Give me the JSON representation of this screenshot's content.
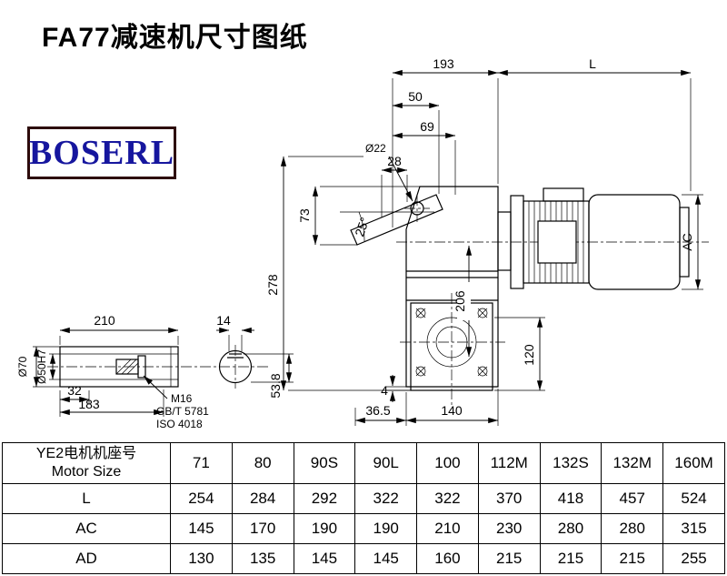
{
  "page": {
    "title": "FA77减速机尺寸图纸"
  },
  "logo": {
    "text": "BOSERL"
  },
  "drawing": {
    "dims": {
      "w193": "193",
      "len_l": "L",
      "w50": "50",
      "w69": "69",
      "hole22": "Ø22",
      "w28": "28",
      "h73": "73",
      "ang25": "25°",
      "h278": "278",
      "h206": "206",
      "ac": "AC",
      "h120": "120",
      "gap4": "4",
      "w36_5": "36.5",
      "w140": "140",
      "w210": "210",
      "key14": "14",
      "dia70": "Ø70",
      "dia50": "Ø50H7",
      "w32": "32",
      "w183": "183",
      "m16": "M16",
      "gb": "GB/T 5781",
      "iso": "ISO 4018",
      "key53_8": "53.8"
    }
  },
  "table": {
    "header": {
      "line1": "YE2电机机座号",
      "line2": "Motor Size"
    },
    "columns": [
      "71",
      "80",
      "90S",
      "90L",
      "100",
      "112M",
      "132S",
      "132M",
      "160M"
    ],
    "rows": [
      {
        "label": "L",
        "values": [
          "254",
          "284",
          "292",
          "322",
          "322",
          "370",
          "418",
          "457",
          "524"
        ]
      },
      {
        "label": "AC",
        "values": [
          "145",
          "170",
          "190",
          "190",
          "210",
          "230",
          "280",
          "280",
          "315"
        ]
      },
      {
        "label": "AD",
        "values": [
          "130",
          "135",
          "145",
          "145",
          "160",
          "215",
          "215",
          "215",
          "255"
        ]
      }
    ]
  }
}
